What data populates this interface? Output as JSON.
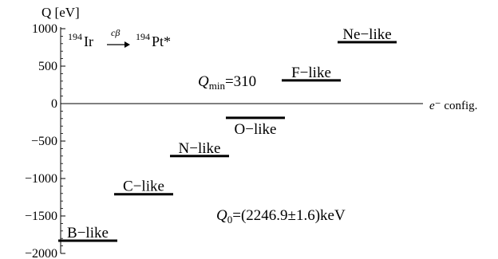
{
  "chart_data": {
    "type": "scatter",
    "ylabel": "Q [eV]",
    "xlabel": "e⁻ config.",
    "ylim": [
      -2000,
      1000
    ],
    "y_tick_labels": [
      "1000",
      "500",
      "0",
      "−500",
      "−1000",
      "−1500",
      "−2000"
    ],
    "y_ticks": [
      1000,
      500,
      0,
      -500,
      -1000,
      -1500,
      -2000
    ],
    "series": [
      {
        "label": "B−like",
        "x": 1,
        "y": -1830
      },
      {
        "label": "C−like",
        "x": 2,
        "y": -1210
      },
      {
        "label": "N−like",
        "x": 3,
        "y": -700
      },
      {
        "label": "O−like",
        "x": 4,
        "y": -190
      },
      {
        "label": "F−like",
        "x": 5,
        "y": 310
      },
      {
        "label": "Ne−like",
        "x": 6,
        "y": 820
      }
    ],
    "annotations": {
      "decay_lhs_mass": "194",
      "decay_lhs": "Ir",
      "decay_arrow_label": "cβ",
      "decay_rhs_mass": "194",
      "decay_rhs": "Pt*",
      "qmin_symbol": "Q",
      "qmin_sub": "min",
      "qmin_value": "=310",
      "q0_symbol": "Q",
      "q0_sub": "0",
      "q0_value": "=(2246.9±1.6)keV"
    }
  }
}
